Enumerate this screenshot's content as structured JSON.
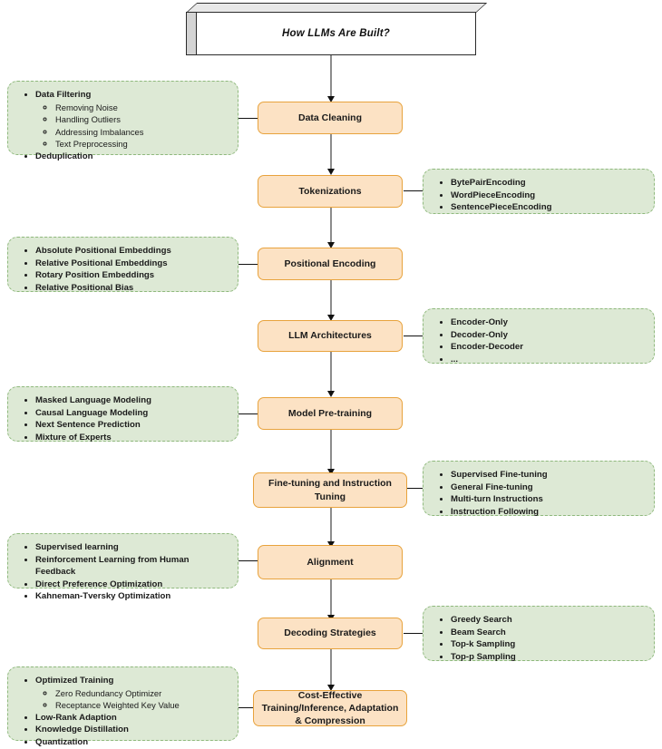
{
  "title": {
    "text": "How LLMs Are Built?"
  },
  "stages": [
    {
      "id": "data-cleaning",
      "label": "Data Cleaning"
    },
    {
      "id": "tokenizations",
      "label": "Tokenizations"
    },
    {
      "id": "positional-encoding",
      "label": "Positional Encoding"
    },
    {
      "id": "llm-architectures",
      "label": "LLM Architectures"
    },
    {
      "id": "model-pre-training",
      "label": "Model Pre-training"
    },
    {
      "id": "fine-tuning",
      "label": "Fine-tuning and Instruction Tuning"
    },
    {
      "id": "alignment",
      "label": "Alignment"
    },
    {
      "id": "decoding-strategies",
      "label": "Decoding Strategies"
    },
    {
      "id": "cost-effective",
      "label": "Cost-Effective Training/Inference, Adaptation & Compression"
    }
  ],
  "details": {
    "data_cleaning": {
      "side": "left",
      "items": [
        {
          "label": "Data Filtering",
          "children": [
            {
              "label": "Removing Noise"
            },
            {
              "label": "Handling Outliers"
            },
            {
              "label": "Addressing Imbalances"
            },
            {
              "label": "Text Preprocessing"
            }
          ]
        },
        {
          "label": "Deduplication"
        }
      ]
    },
    "tokenizations": {
      "side": "right",
      "items": [
        {
          "label": "BytePairEncoding"
        },
        {
          "label": "WordPieceEncoding"
        },
        {
          "label": "SentencePieceEncoding"
        }
      ]
    },
    "positional_encoding": {
      "side": "left",
      "items": [
        {
          "label": "Absolute Positional Embeddings"
        },
        {
          "label": "Relative Positional Embeddings"
        },
        {
          "label": "Rotary Position Embeddings"
        },
        {
          "label": "Relative Positional Bias"
        }
      ]
    },
    "llm_architectures": {
      "side": "right",
      "items": [
        {
          "label": "Encoder-Only"
        },
        {
          "label": "Decoder-Only"
        },
        {
          "label": "Encoder-Decoder"
        },
        {
          "label": "..."
        }
      ]
    },
    "model_pre_training": {
      "side": "left",
      "items": [
        {
          "label": "Masked Language Modeling"
        },
        {
          "label": "Causal Language Modeling"
        },
        {
          "label": "Next Sentence Prediction"
        },
        {
          "label": "Mixture of Experts"
        }
      ]
    },
    "fine_tuning": {
      "side": "right",
      "items": [
        {
          "label": "Supervised Fine-tuning"
        },
        {
          "label": "General Fine-tuning"
        },
        {
          "label": "Multi-turn Instructions"
        },
        {
          "label": "Instruction Following"
        }
      ]
    },
    "alignment": {
      "side": "left",
      "items": [
        {
          "label": "Supervised learning"
        },
        {
          "label": "Reinforcement Learning from Human Feedback"
        },
        {
          "label": "Direct Preference Optimization"
        },
        {
          "label": "Kahneman-Tversky Optimization"
        }
      ]
    },
    "decoding_strategies": {
      "side": "right",
      "items": [
        {
          "label": "Greedy Search"
        },
        {
          "label": "Beam Search"
        },
        {
          "label": "Top-k Sampling"
        },
        {
          "label": "Top-p Sampling"
        }
      ]
    },
    "cost_effective": {
      "side": "left",
      "items": [
        {
          "label": "Optimized Training",
          "children": [
            {
              "label": "Zero Redundancy Optimizer"
            },
            {
              "label": "Receptance Weighted Key Value"
            }
          ]
        },
        {
          "label": "Low-Rank Adaption"
        },
        {
          "label": "Knowledge Distillation"
        },
        {
          "label": "Quantization"
        }
      ]
    }
  },
  "colors": {
    "stage_fill": "#fce2c4",
    "stage_border": "#e8a33d",
    "detail_fill": "#dde9d5",
    "detail_border": "#8fb97d",
    "connector": "#8c8c8c",
    "title_fill": "#ffffff",
    "title_shade": "#d4d4d4"
  }
}
